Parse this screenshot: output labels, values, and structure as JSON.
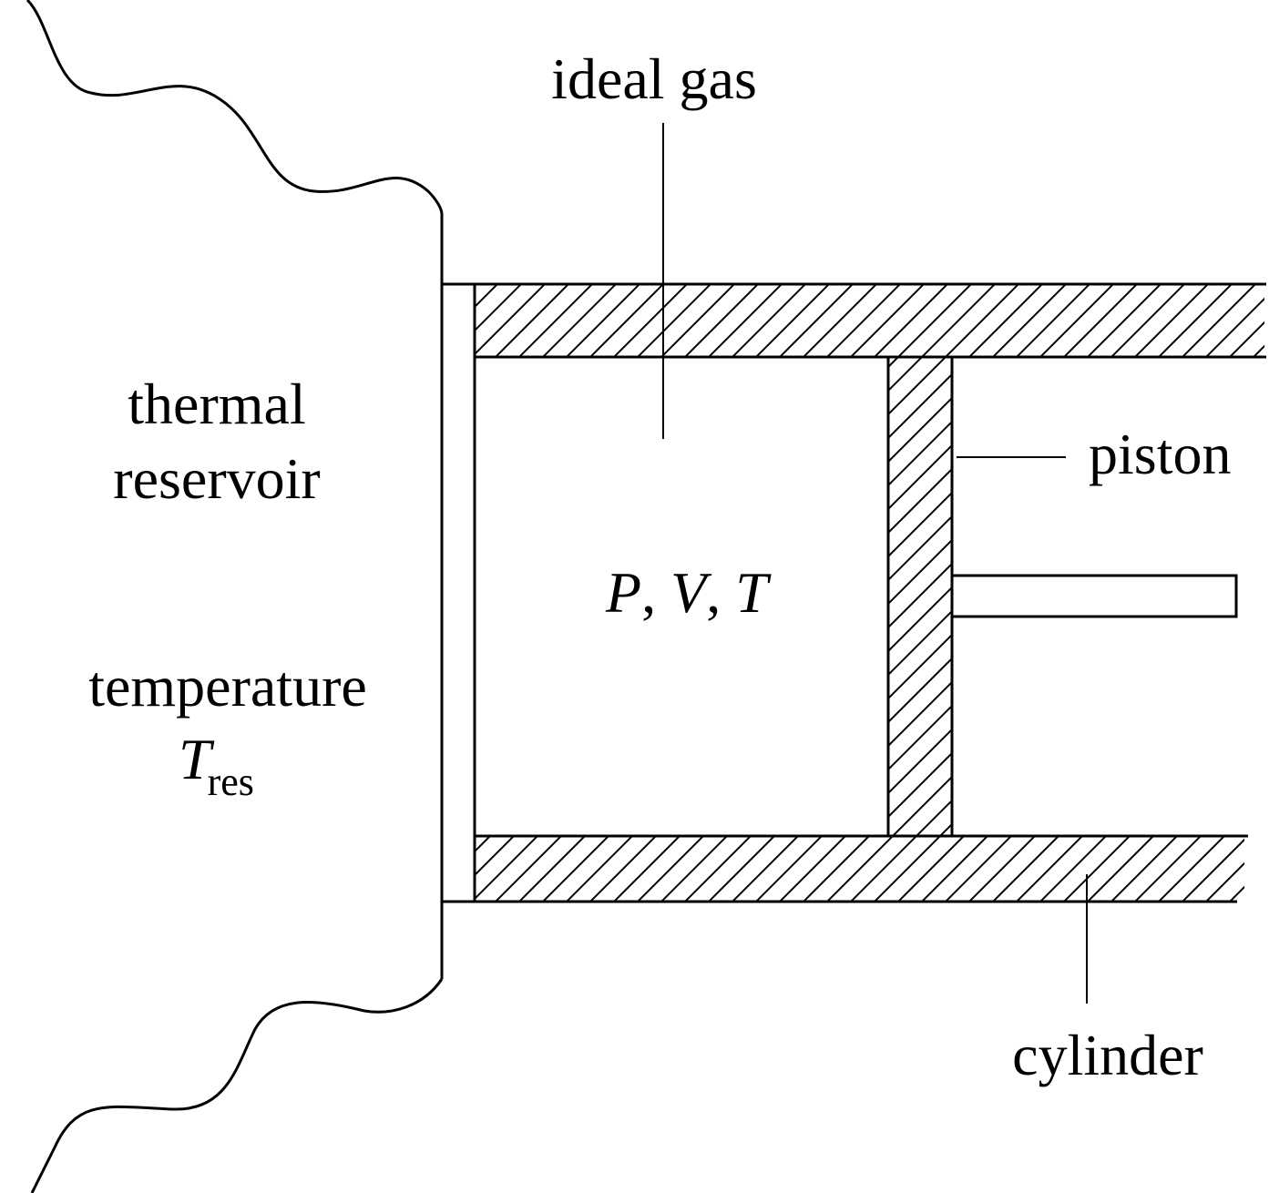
{
  "labels": {
    "ideal_gas": "ideal gas",
    "thermal": "thermal",
    "reservoir": "reservoir",
    "temperature": "temperature",
    "t_res_symbol": "T",
    "t_res_subscript": "res",
    "state_p": "P",
    "state_v": "V",
    "state_t": "T",
    "state_sep": ",",
    "piston": "piston",
    "cylinder": "cylinder"
  },
  "colors": {
    "ink": "#000000",
    "background": "#ffffff"
  }
}
